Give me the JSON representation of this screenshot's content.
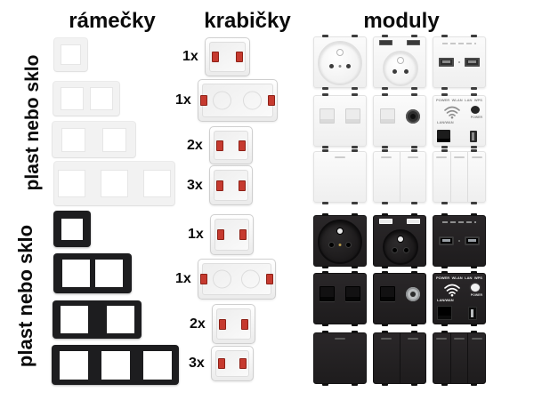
{
  "headers": {
    "frames_column": "rámečky",
    "boxes_column": "krabičky",
    "modules_column": "moduly"
  },
  "side_labels": {
    "white_section": "plast nebo sklo",
    "black_section": "plast nebo sklo"
  },
  "frames": {
    "white": [
      {
        "name": "frame-1gang",
        "openings": 1
      },
      {
        "name": "frame-2gang",
        "openings": 2
      },
      {
        "name": "frame-2gang-wide",
        "openings": 2
      },
      {
        "name": "frame-3gang",
        "openings": 3
      }
    ],
    "black": [
      {
        "name": "frame-1gang",
        "openings": 1
      },
      {
        "name": "frame-2gang",
        "openings": 2
      },
      {
        "name": "frame-2gang-wide",
        "openings": 2
      },
      {
        "name": "frame-3gang",
        "openings": 3
      }
    ]
  },
  "boxes": {
    "top": [
      {
        "qty": "1x",
        "type": "single"
      },
      {
        "qty": "1x",
        "type": "double"
      },
      {
        "qty": "2x",
        "type": "single"
      },
      {
        "qty": "3x",
        "type": "single"
      }
    ],
    "bottom": [
      {
        "qty": "1x",
        "type": "single"
      },
      {
        "qty": "1x",
        "type": "double"
      },
      {
        "qty": "2x",
        "type": "single"
      },
      {
        "qty": "3x",
        "type": "single"
      }
    ]
  },
  "modules": {
    "rows": [
      {
        "theme": "white",
        "items": [
          "socket-fr",
          "socket-fr-usb",
          "usb-charger"
        ]
      },
      {
        "theme": "white",
        "items": [
          "rj45-double",
          "rj45-tv",
          "wifi-repeater"
        ]
      },
      {
        "theme": "white",
        "items": [
          "switch-1",
          "switch-2",
          "switch-3"
        ]
      },
      {
        "theme": "black",
        "items": [
          "socket-fr",
          "socket-fr-usb",
          "usb-charger"
        ]
      },
      {
        "theme": "black",
        "items": [
          "rj45-double",
          "rj45-tv",
          "wifi-repeater"
        ]
      },
      {
        "theme": "black",
        "items": [
          "switch-1",
          "switch-2",
          "switch-3"
        ]
      }
    ],
    "wifi_labels": [
      "POWER",
      "WLAN",
      "LAN",
      "WPS"
    ],
    "wifi_button_label": "POWER",
    "wifi_port_label": "LAN/WAN"
  },
  "colors": {
    "background": "#ffffff",
    "text": "#0b0b0b",
    "frame_black": "#1d1d1f",
    "clip_red": "#c63a2f"
  }
}
